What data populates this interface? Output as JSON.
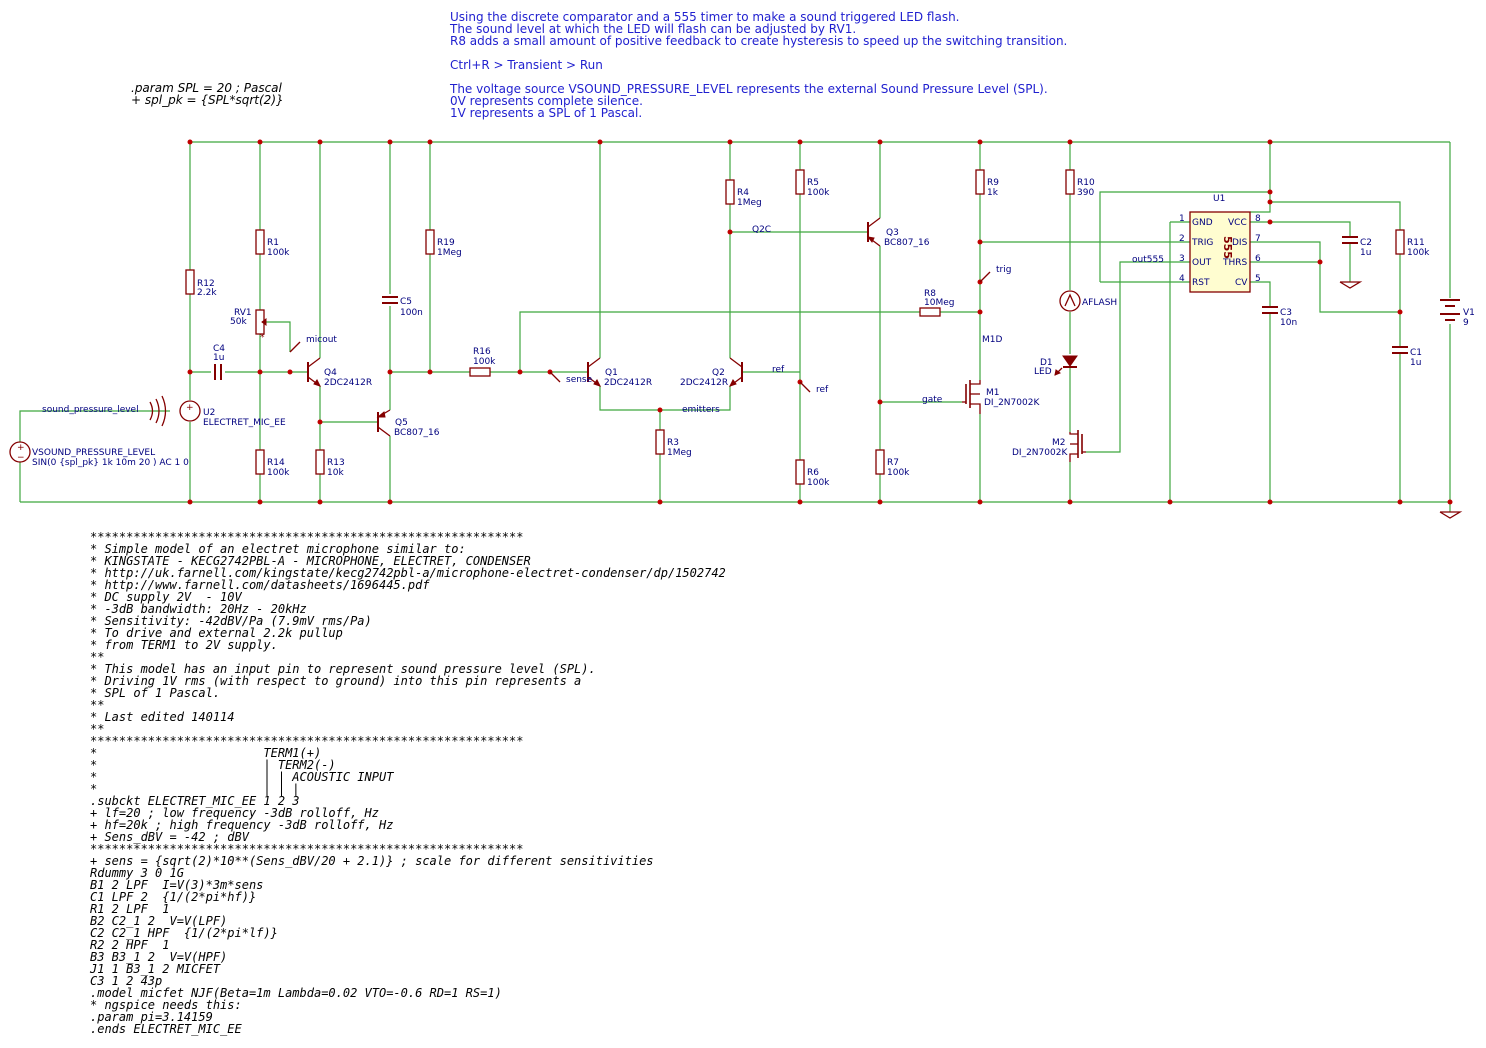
{
  "notes": {
    "header": [
      "Using the discrete comparator and a 555 timer to make a sound triggered LED flash.",
      "The sound level at which the LED will flash can be adjusted by RV1.",
      "R8 adds a small amount of positive feedback to create hysteresis to speed up the switching transition.",
      "",
      "Ctrl+R > Transient > Run",
      "",
      "The voltage source VSOUND_PRESSURE_LEVEL represents the external Sound Pressure Level (SPL).",
      "0V represents complete silence.",
      "1V represents a SPL of 1 Pascal."
    ],
    "param": [
      ".param SPL = 20 ; Pascal",
      "+ spl_pk = {SPL*sqrt(2)}"
    ]
  },
  "spice_model": [
    "************************************************************",
    "* Simple model of an electret microphone similar to:",
    "* KINGSTATE - KECG2742PBL-A - MICROPHONE, ELECTRET, CONDENSER",
    "* http://uk.farnell.com/kingstate/kecg2742pbl-a/microphone-electret-condenser/dp/1502742",
    "* http://www.farnell.com/datasheets/1696445.pdf",
    "* DC supply 2V  - 10V",
    "* -3dB bandwidth: 20Hz - 20kHz",
    "* Sensitivity: -42dBV/Pa (7.9mV rms/Pa)",
    "* To drive and external 2.2k pullup",
    "* from TERM1 to 2V supply.",
    "**",
    "* This model has an input pin to represent sound pressure level (SPL).",
    "* Driving 1V rms (with respect to ground) into this pin represents a",
    "* SPL of 1 Pascal.",
    "**",
    "* Last edited 140114",
    "**",
    "************************************************************",
    "*                       TERM1(+)",
    "*                       | TERM2(-)",
    "*                       | | ACOUSTIC INPUT",
    "*                       | | |",
    ".subckt ELECTRET_MIC_EE 1 2 3",
    "+ lf=20 ; low frequency -3dB rolloff, Hz",
    "+ hf=20k ; high frequency -3dB rolloff, Hz",
    "+ Sens_dBV = -42 ; dBV",
    "************************************************************",
    "+ sens = {sqrt(2)*10**(Sens_dBV/20 + 2.1)} ; scale for different sensitivities",
    "Rdummy 3 0 1G",
    "B1 2 LPF  I=V(3)*3m*sens",
    "C1 LPF 2  {1/(2*pi*hf)}",
    "R1 2 LPF  1",
    "B2 C2_1 2  V=V(LPF)",
    "C2 C2_1 HPF  {1/(2*pi*lf)}",
    "R2 2 HPF  1",
    "B3 B3_1 2  V=V(HPF)",
    "J1 1 B3_1 2 MICFET",
    "C3 1 2 43p",
    ".model micfet NJF(Beta=1m Lambda=0.02 VTO=-0.6 RD=1 RS=1)",
    "* ngspice needs this:",
    ".param pi=3.14159",
    ".ends ELECTRET_MIC_EE"
  ],
  "components": {
    "R12": {
      "ref": "R12",
      "value": "2.2k"
    },
    "R1": {
      "ref": "R1",
      "value": "100k"
    },
    "RV1": {
      "ref": "RV1",
      "value": "50k"
    },
    "C4": {
      "ref": "C4",
      "value": "1u"
    },
    "R14": {
      "ref": "R14",
      "value": "100k"
    },
    "Q4": {
      "ref": "Q4",
      "value": "2DC2412R"
    },
    "R13": {
      "ref": "R13",
      "value": "10k"
    },
    "Q5": {
      "ref": "Q5",
      "value": "BC807_16"
    },
    "C5": {
      "ref": "C5",
      "value": "100n"
    },
    "R19": {
      "ref": "R19",
      "value": "1Meg"
    },
    "R16": {
      "ref": "R16",
      "value": "100k"
    },
    "Q1": {
      "ref": "Q1",
      "value": "2DC2412R"
    },
    "R3": {
      "ref": "R3",
      "value": "1Meg"
    },
    "R4": {
      "ref": "R4",
      "value": "1Meg"
    },
    "Q2": {
      "ref": "Q2",
      "value": "2DC2412R"
    },
    "R5": {
      "ref": "R5",
      "value": "100k"
    },
    "R6": {
      "ref": "R6",
      "value": "100k"
    },
    "Q3": {
      "ref": "Q3",
      "value": "BC807_16"
    },
    "R7": {
      "ref": "R7",
      "value": "100k"
    },
    "R8": {
      "ref": "R8",
      "value": "10Meg"
    },
    "R9": {
      "ref": "R9",
      "value": "1k"
    },
    "M1": {
      "ref": "M1",
      "value": "DI_2N7002K"
    },
    "R10": {
      "ref": "R10",
      "value": "390"
    },
    "AFLASH": {
      "ref": "AFLASH"
    },
    "D1": {
      "ref": "D1",
      "value": "LED"
    },
    "M2": {
      "ref": "M2",
      "value": "DI_2N7002K"
    },
    "U1": {
      "ref": "U1",
      "value": "555"
    },
    "C2": {
      "ref": "C2",
      "value": "1u"
    },
    "C3": {
      "ref": "C3",
      "value": "10n"
    },
    "R11": {
      "ref": "R11",
      "value": "100k"
    },
    "C1": {
      "ref": "C1",
      "value": "1u"
    },
    "V1": {
      "ref": "V1",
      "value": "9"
    },
    "U2": {
      "ref": "U2",
      "value": "ELECTRET_MIC_EE"
    },
    "VSPL": {
      "ref": "VSOUND_PRESSURE_LEVEL",
      "value": "SIN(0 {spl_pk} 1k 10m 20 ) AC 1 0"
    }
  },
  "nets": {
    "sound_pressure_level": "sound_pressure_level",
    "micout": "micout",
    "sense": "sense",
    "emitters": "emitters",
    "ref_top": "ref",
    "ref_flag": "ref",
    "q2c": "Q2C",
    "trig": "trig",
    "gate": "gate",
    "m1d": "M1D",
    "out555": "out555"
  },
  "u1_pins": {
    "gnd": {
      "num": "1",
      "name": "GND"
    },
    "trig": {
      "num": "2",
      "name": "TRIG"
    },
    "out": {
      "num": "3",
      "name": "OUT"
    },
    "rst": {
      "num": "4",
      "name": "RST"
    },
    "vcc": {
      "num": "8",
      "name": "VCC"
    },
    "dis": {
      "num": "7",
      "name": "DIS"
    },
    "thrs": {
      "num": "6",
      "name": "THRS"
    },
    "cv": {
      "num": "5",
      "name": "CV"
    }
  },
  "colors": {
    "wire": "#3fa63f",
    "component": "#840000",
    "label": "#00007f",
    "note": "#1f1fcf",
    "junction": "#c00000",
    "ic_body": "#fffdd0"
  }
}
